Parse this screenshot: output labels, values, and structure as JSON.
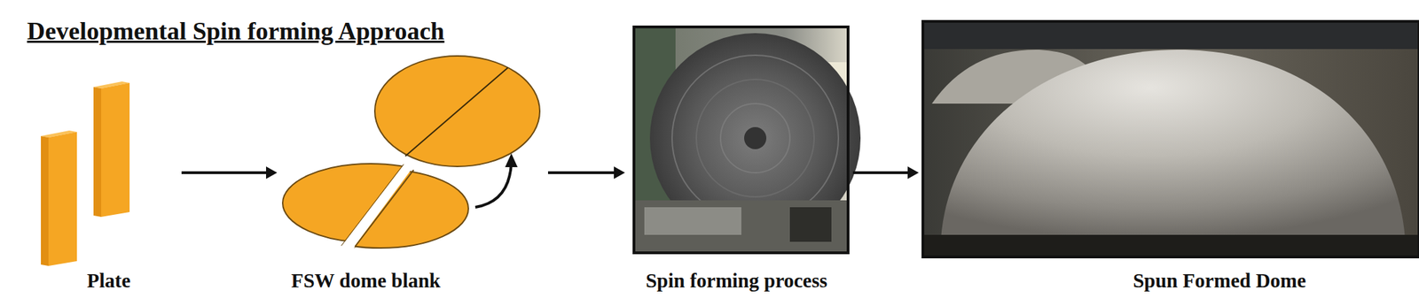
{
  "diagram": {
    "title": "Developmental Spin forming Approach",
    "nodes": [
      {
        "text": [
          "Plate"
        ]
      },
      {
        "text": [
          "FSW dome blank"
        ]
      },
      {
        "text": [
          "Spin forming process"
        ]
      },
      {
        "text": [
          "Spun Formed Dome"
        ]
      }
    ],
    "edges": [
      {
        "from": 0,
        "to": 1,
        "arrow": "to"
      },
      {
        "from": 1,
        "to": 2,
        "arrow": "to"
      },
      {
        "from": 2,
        "to": 3,
        "arrow": "to"
      }
    ]
  }
}
